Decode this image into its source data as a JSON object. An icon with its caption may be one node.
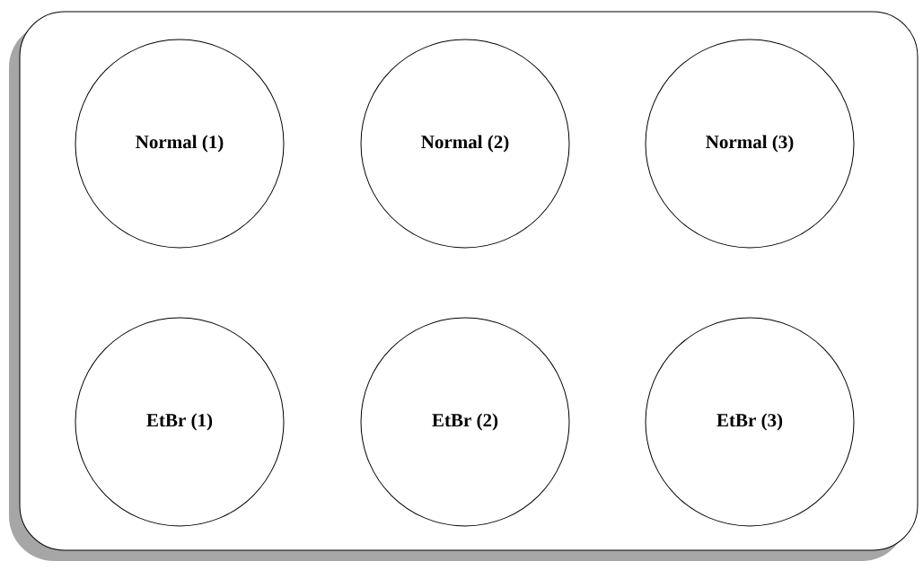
{
  "diagram": {
    "nodes": [
      {
        "text": [],
        "shape": "box"
      },
      {
        "text": [
          "Normal (1)"
        ],
        "in": 0
      },
      {
        "text": [
          "Normal (2)"
        ],
        "in": 0
      },
      {
        "text": [
          "Normal (3)"
        ],
        "in": 0
      },
      {
        "text": [
          "EtBr (1)"
        ],
        "in": 0
      },
      {
        "text": [
          "EtBr (2)"
        ],
        "in": 0
      },
      {
        "text": [
          "EtBr (3)"
        ],
        "in": 0
      }
    ]
  }
}
